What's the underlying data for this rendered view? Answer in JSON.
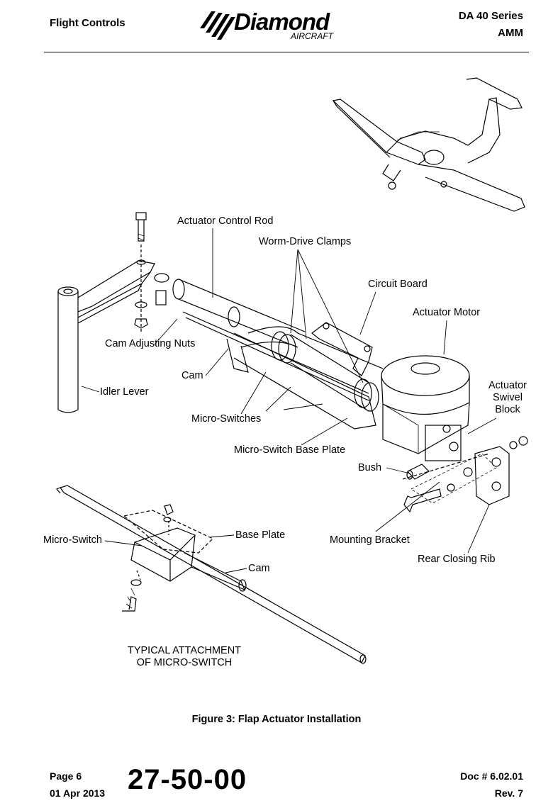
{
  "header": {
    "section": "Flight Controls",
    "series": "DA 40 Series",
    "manual": "AMM",
    "logo": {
      "word": "Diamond",
      "sub": "AIRCRAFT"
    }
  },
  "labels": {
    "actuator_control_rod": "Actuator Control Rod",
    "worm_drive_clamps": "Worm-Drive Clamps",
    "circuit_board": "Circuit Board",
    "actuator_motor": "Actuator Motor",
    "actuator_swivel_block_1": "Actuator",
    "actuator_swivel_block_2": "Swivel",
    "actuator_swivel_block_3": "Block",
    "cam_adjusting_nuts": "Cam Adjusting Nuts",
    "cam": "Cam",
    "idler_lever": "Idler Lever",
    "micro_switches": "Micro-Switches",
    "micro_switch_base_plate": "Micro-Switch Base Plate",
    "bush": "Bush",
    "mounting_bracket": "Mounting Bracket",
    "rear_closing_rib": "Rear Closing Rib",
    "micro_switch": "Micro-Switch",
    "base_plate": "Base Plate",
    "cam_detail": "Cam",
    "detail_caption_1": "TYPICAL ATTACHMENT",
    "detail_caption_2": "OF MICRO-SWITCH"
  },
  "figure_caption": "Figure 3:  Flap Actuator Installation",
  "footer": {
    "page": "Page 6",
    "date": "01 Apr 2013",
    "chapter": "27-50-00",
    "doc": "Doc # 6.02.01",
    "rev": "Rev. 7"
  }
}
